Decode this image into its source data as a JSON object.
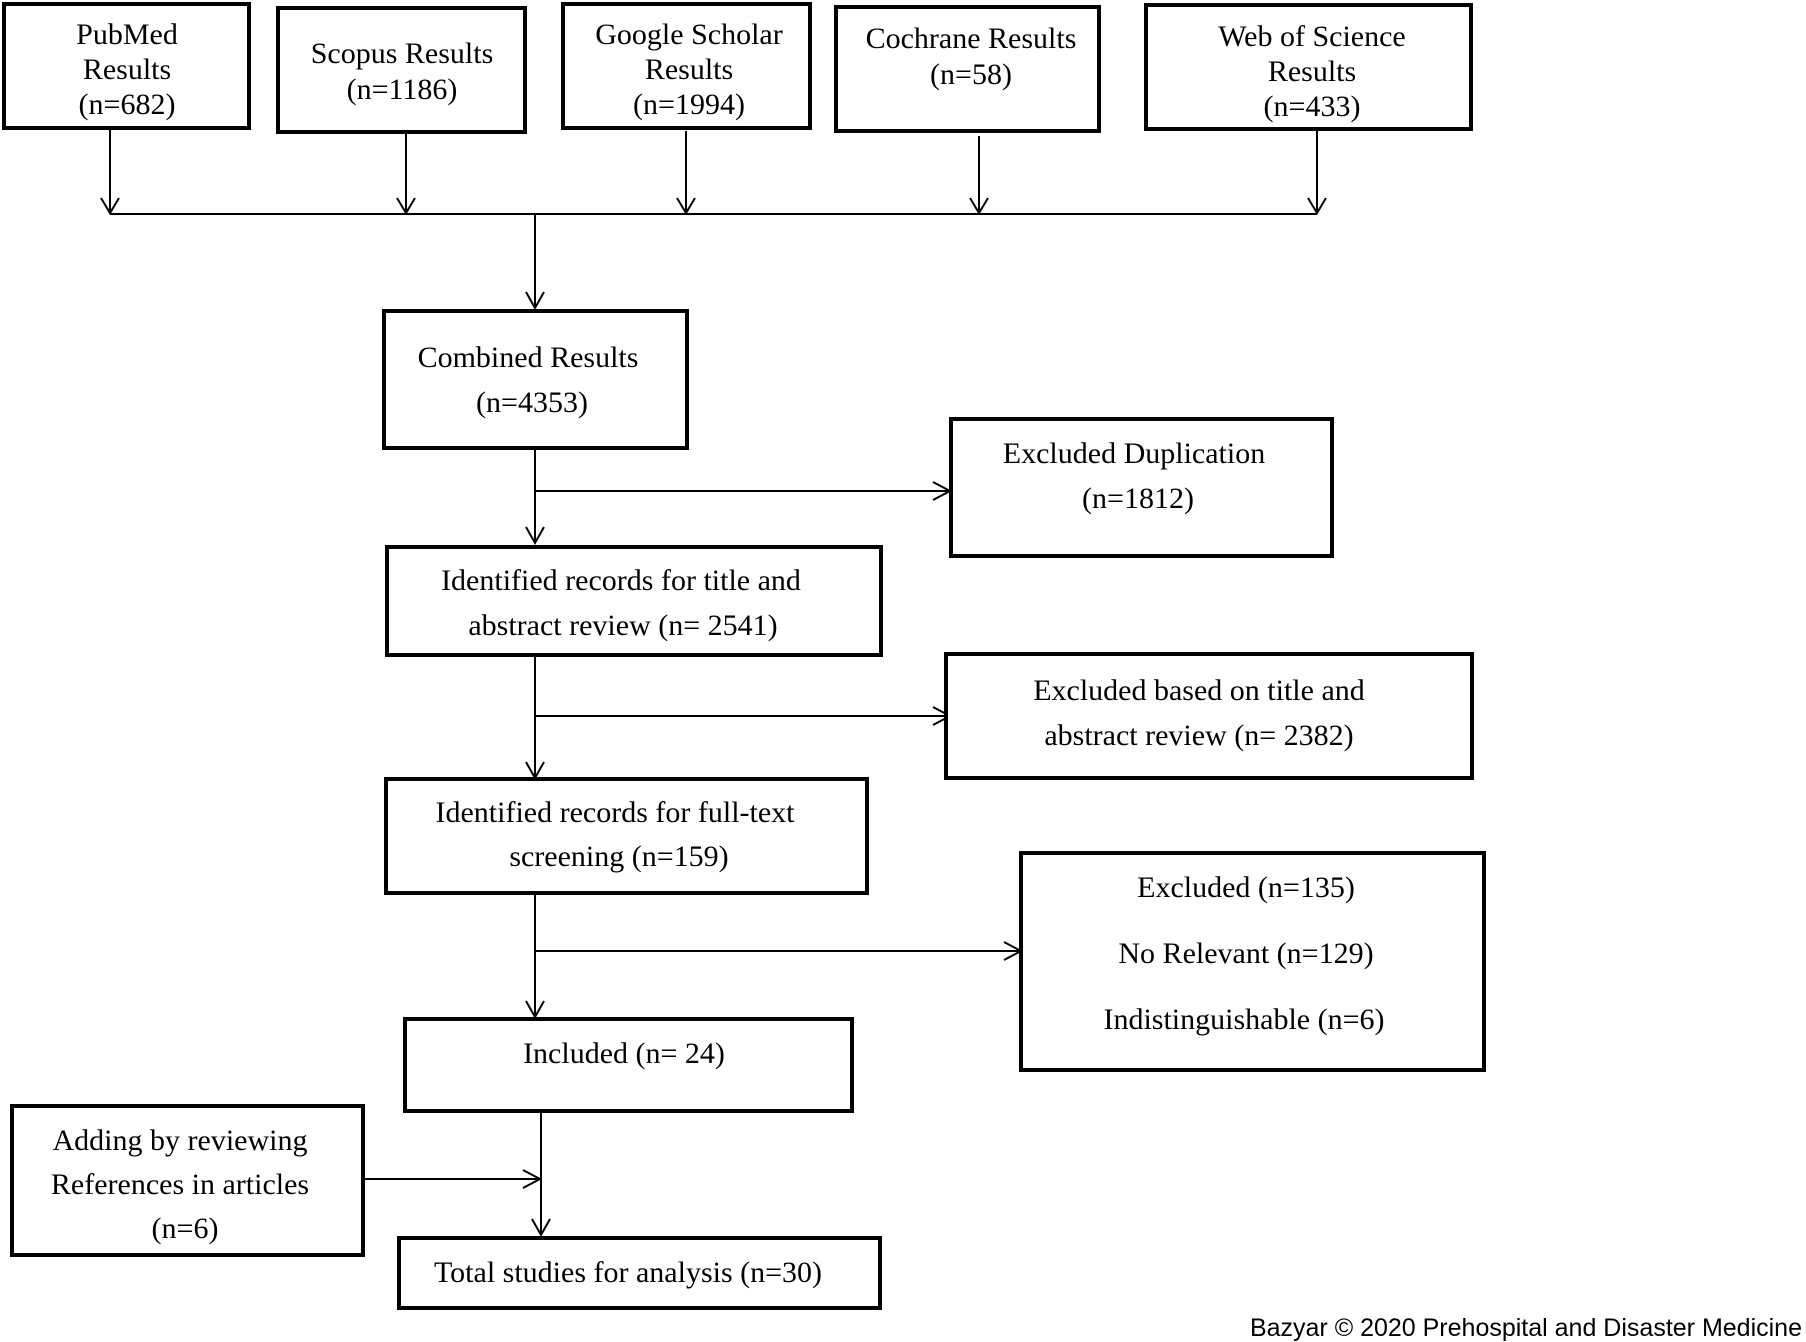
{
  "sources": {
    "pubmed": {
      "lines": [
        "PubMed",
        "Results",
        "(n=682)"
      ]
    },
    "scopus": {
      "lines": [
        "Scopus Results",
        "(n=1186)"
      ]
    },
    "google_scholar": {
      "lines": [
        "Google Scholar",
        "Results",
        "(n=1994)"
      ]
    },
    "cochrane": {
      "lines": [
        "Cochrane Results",
        "(n=58)"
      ]
    },
    "web_of_science": {
      "lines": [
        "Web of Science",
        "Results",
        "(n=433)"
      ]
    }
  },
  "combined": {
    "lines": [
      "Combined Results",
      "(n=4353)"
    ]
  },
  "excluded_duplication": {
    "lines": [
      "Excluded Duplication",
      "(n=1812)"
    ]
  },
  "title_abstract": {
    "lines": [
      "Identified records for title and",
      "abstract review (n= 2541)"
    ]
  },
  "excluded_title_abstract": {
    "lines": [
      "Excluded based on title and",
      "abstract review (n= 2382)"
    ]
  },
  "full_text": {
    "lines": [
      "Identified records for full-text",
      "screening (n=159)"
    ]
  },
  "excluded_full_text": {
    "lines": [
      "Excluded (n=135)",
      "No Relevant (n=129)",
      "Indistinguishable (n=6)"
    ]
  },
  "included": {
    "lines": [
      "Included (n= 24)"
    ]
  },
  "references_added": {
    "lines": [
      "Adding by reviewing",
      "References in articles",
      "(n=6)"
    ]
  },
  "total": {
    "lines": [
      "Total studies for analysis (n=30)"
    ]
  },
  "credit": "Bazyar © 2020 Prehospital and Disaster Medicine"
}
